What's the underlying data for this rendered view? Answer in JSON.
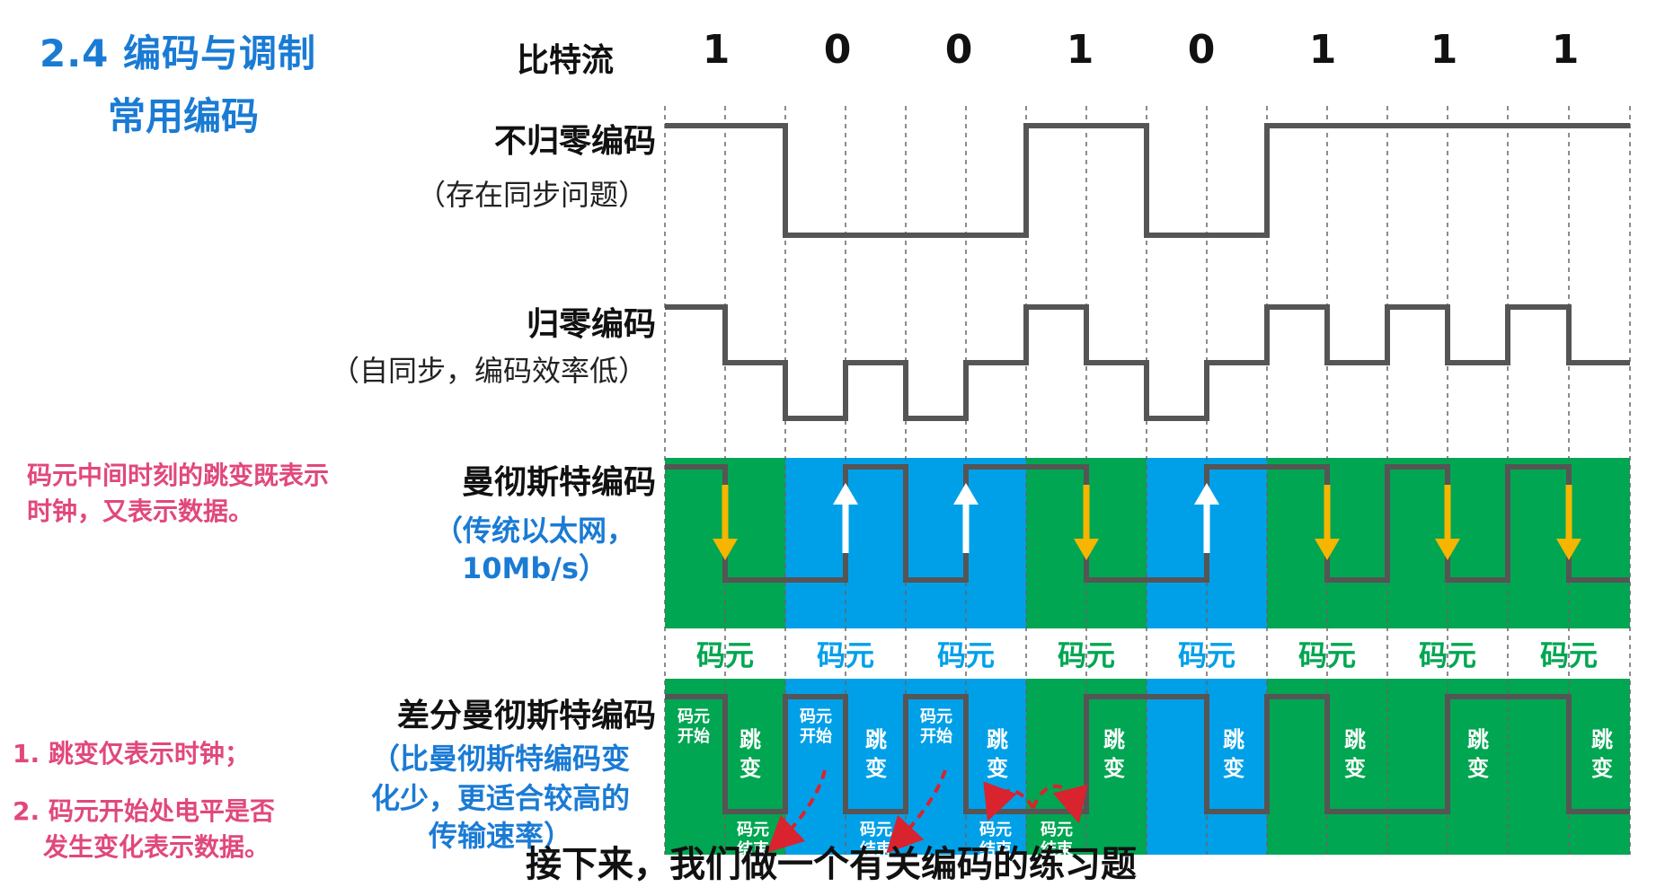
{
  "header": {
    "title": "2.4 编码与调制",
    "subtitle": "常用编码"
  },
  "bitstream": {
    "label": "比特流",
    "bits": [
      "1",
      "0",
      "0",
      "1",
      "0",
      "1",
      "1",
      "1"
    ]
  },
  "encodings": {
    "nrz": {
      "label": "不归零编码",
      "note": "（存在同步问题）"
    },
    "rz": {
      "label": "归零编码",
      "note": "（自同步，编码效率低）"
    },
    "manchester": {
      "label": "曼彻斯特编码",
      "note_line1": "（传统以太网，",
      "note_line2": "10Mb/s）"
    },
    "diff_manchester": {
      "label": "差分曼彻斯特编码",
      "note_line1": "（比曼彻斯特编码变",
      "note_line2": "化少，更适合较高的",
      "note_line3": "传输速率）"
    }
  },
  "side_notes": {
    "manchester_line1": "码元中间时刻的跳变既表示",
    "manchester_line2": "时钟，又表示数据。",
    "diff_line1": "1. 跳变仅表示时钟；",
    "diff_line2": "2. 码元开始处电平是否",
    "diff_line3": "发生变化表示数据。"
  },
  "diagram": {
    "symbol_label": "码元",
    "jump_label_top": "跳",
    "jump_label_bottom": "变",
    "start_label_top": "码元",
    "start_label_bottom": "开始",
    "end_label_top": "码元",
    "end_label_bottom": "结束"
  },
  "colors": {
    "green": "#00a651",
    "blue": "#00a0e9",
    "signal": "#555555",
    "arrow_down": "#f7b500",
    "arrow_up": "#ffffff",
    "dashed_red": "#d9232e"
  },
  "subtitle_caption": "接下来，我们做一个有关编码的练习题"
}
